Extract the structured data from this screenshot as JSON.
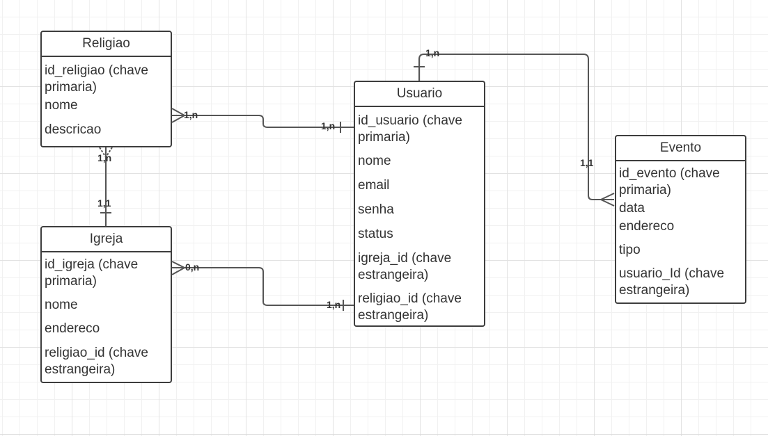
{
  "entities": {
    "religiao": {
      "title": "Religiao",
      "attributes": [
        "id_religiao (chave primaria)",
        "nome",
        "descricao"
      ]
    },
    "usuario": {
      "title": "Usuario",
      "attributes": [
        "id_usuario (chave primaria)",
        "nome",
        "email",
        "senha",
        "status",
        "igreja_id (chave estrangeira)",
        "religiao_id (chave estrangeira)"
      ]
    },
    "igreja": {
      "title": "Igreja",
      "attributes": [
        "id_igreja (chave primaria)",
        "nome",
        "endereco",
        "religiao_id (chave estrangeira)"
      ]
    },
    "evento": {
      "title": "Evento",
      "attributes": [
        "id_evento (chave primaria)",
        "data",
        "endereco",
        "tipo",
        "usuario_Id (chave estrangeira)"
      ]
    }
  },
  "relationships": {
    "religiao_usuario": {
      "from_label": "1,n",
      "to_label": "1,n"
    },
    "religiao_igreja": {
      "from_label": "1,n",
      "to_label": "1,1"
    },
    "igreja_usuario": {
      "from_label": "0,n",
      "to_label": "1,n"
    },
    "usuario_evento": {
      "from_label": "1,n",
      "to_label": "1,1"
    }
  },
  "colors": {
    "line": "#555555",
    "border": "#3d3d3d",
    "text": "#333333",
    "grid": "#e2e2e2"
  }
}
